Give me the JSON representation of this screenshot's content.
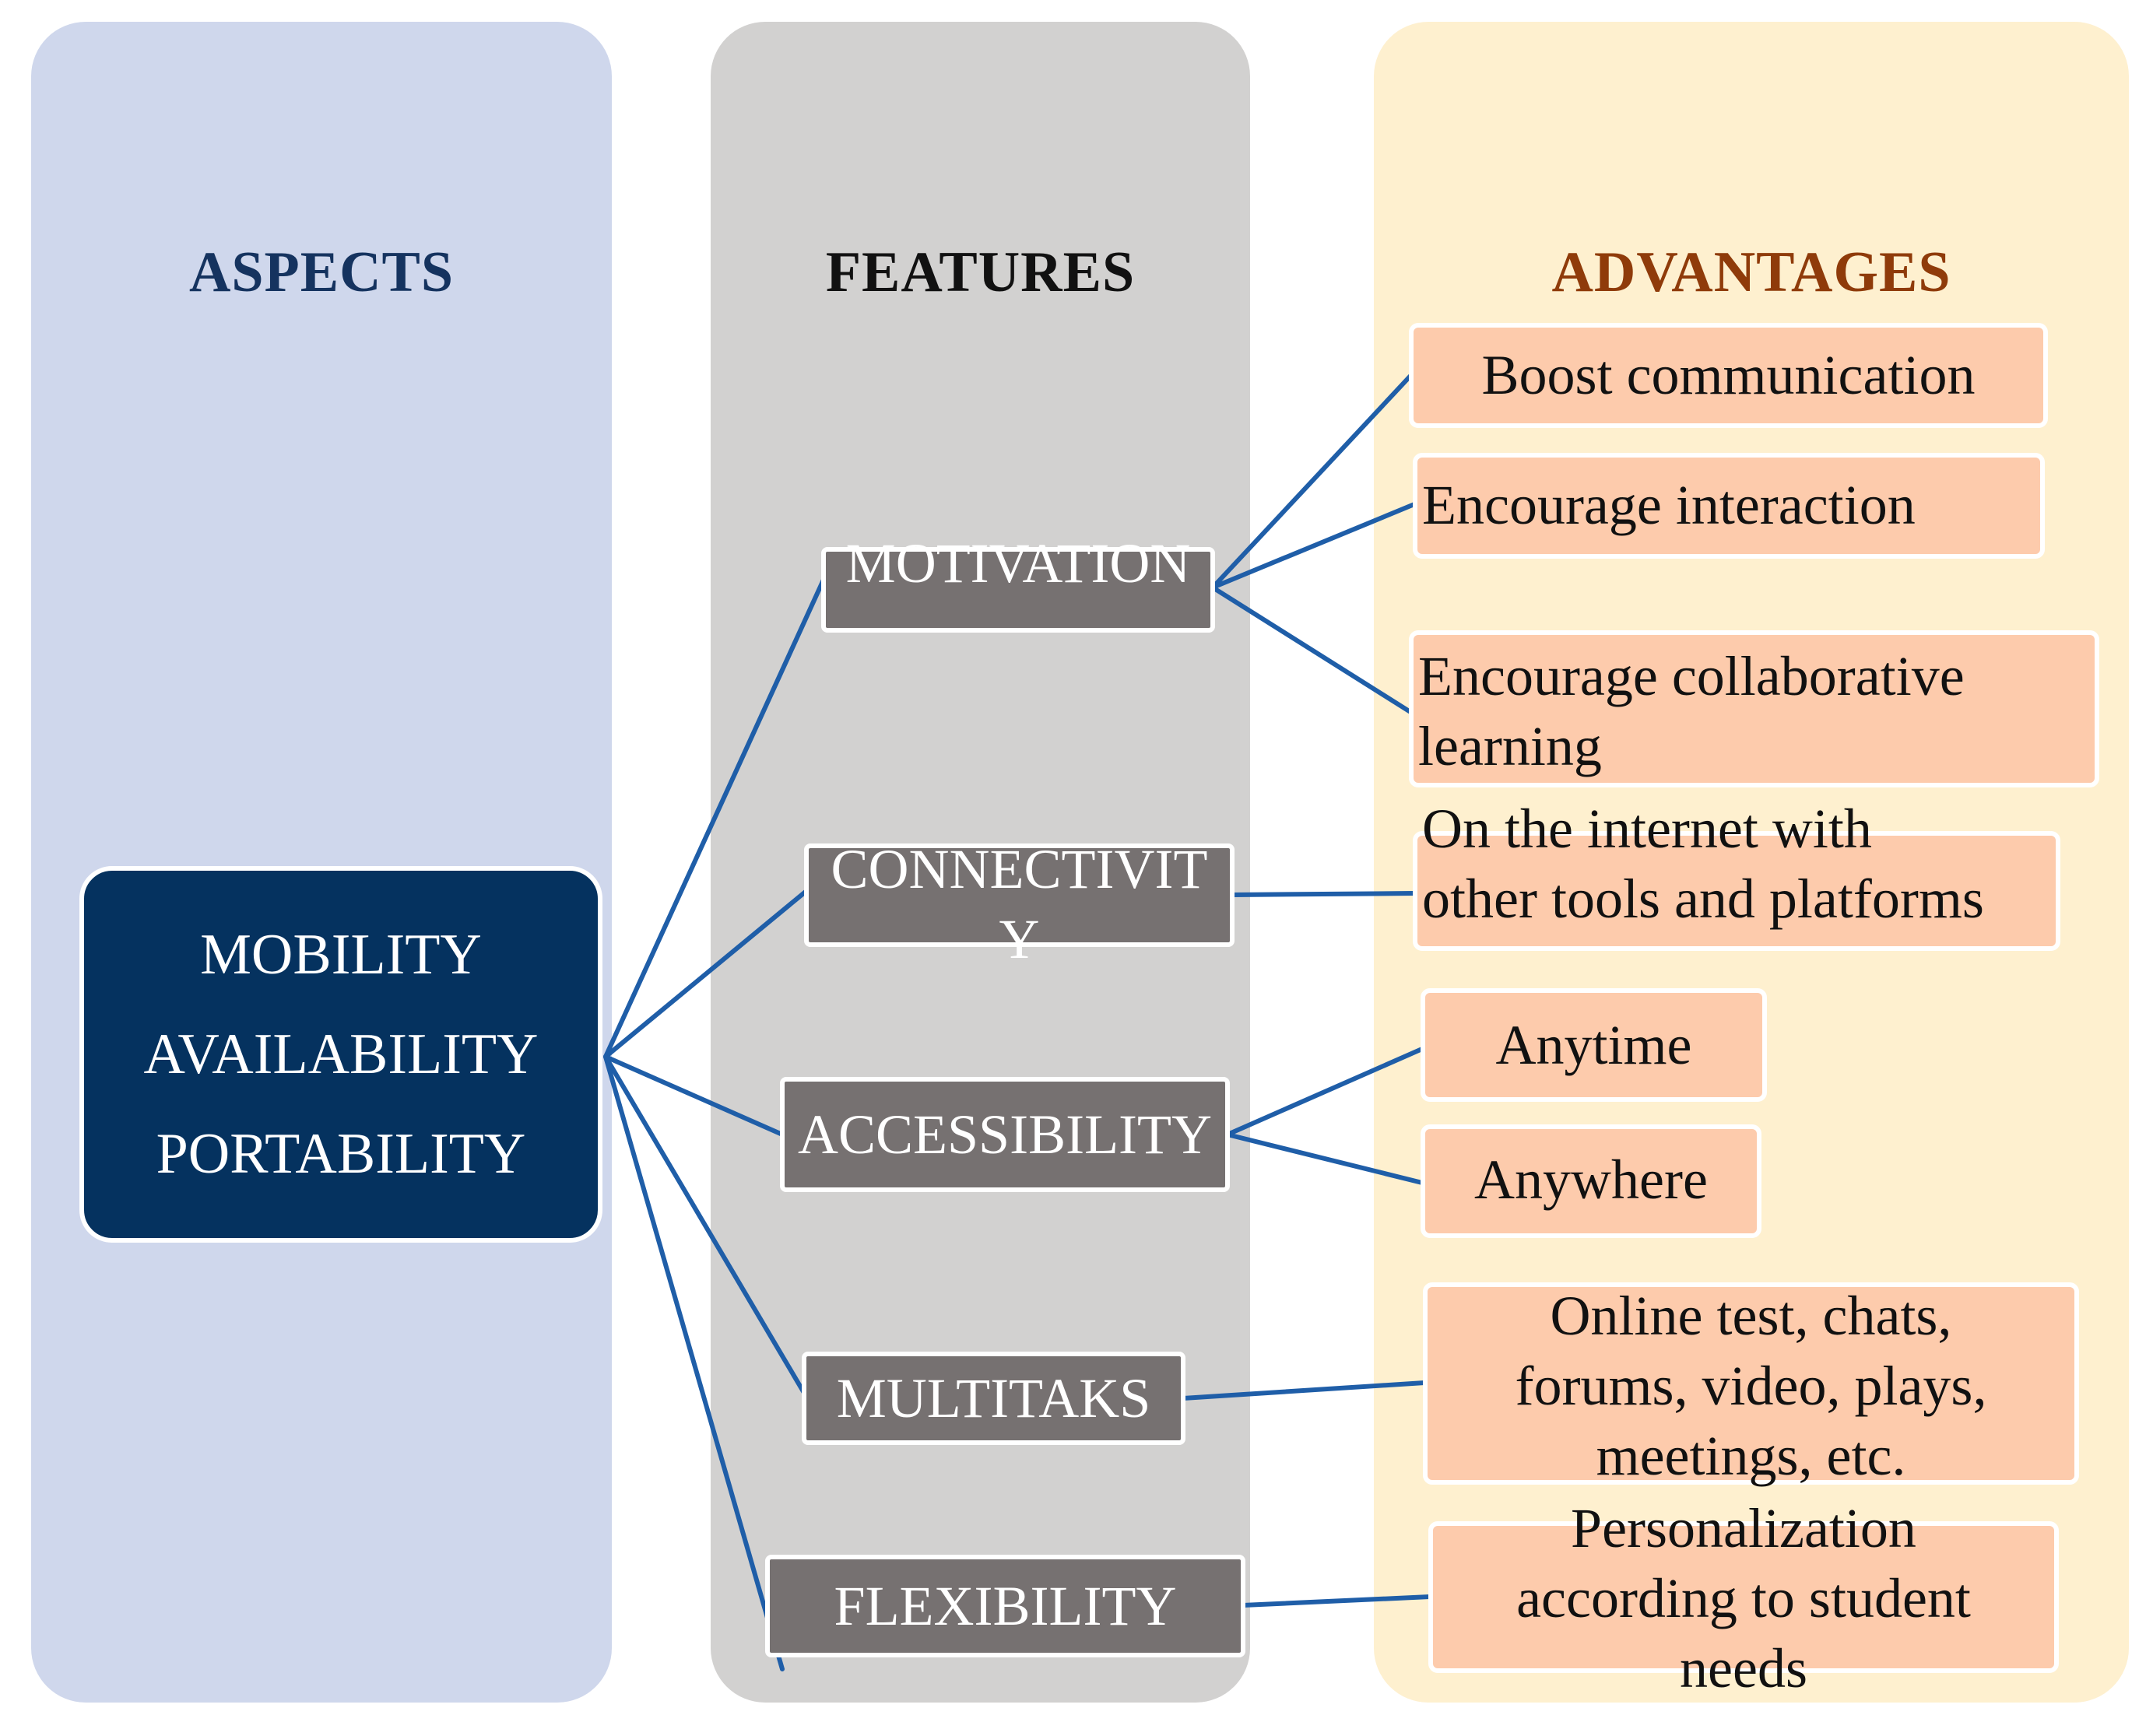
{
  "headers": {
    "aspects": "ASPECTS",
    "features": "FEATURES",
    "advantages": "ADVANTAGES"
  },
  "aspects": {
    "lines": [
      "MOBILITY",
      "AVAILABILITY",
      "PORTABILITY"
    ]
  },
  "features": [
    {
      "id": "motivation",
      "label": "MOTIVATION"
    },
    {
      "id": "connectivity",
      "label": "CONNECTIVITY"
    },
    {
      "id": "accessibility",
      "label": "ACCESSIBILITY"
    },
    {
      "id": "multitaks",
      "label": "MULTITAKS"
    },
    {
      "id": "flexibility",
      "label": "FLEXIBILITY"
    }
  ],
  "advantages": [
    {
      "id": "boost-communication",
      "feature": "motivation",
      "text": "Boost communication"
    },
    {
      "id": "encourage-interaction",
      "feature": "motivation",
      "text": "Encourage interaction"
    },
    {
      "id": "encourage-collaborative",
      "feature": "motivation",
      "text": "Encourage collaborative learning"
    },
    {
      "id": "internet-tools",
      "feature": "connectivity",
      "text": "On the internet with other tools and platforms"
    },
    {
      "id": "anytime",
      "feature": "accessibility",
      "text": "Anytime"
    },
    {
      "id": "anywhere",
      "feature": "accessibility",
      "text": "Anywhere"
    },
    {
      "id": "online-test",
      "feature": "multitaks",
      "text": "Online test, chats, forums, video, plays, meetings, etc."
    },
    {
      "id": "personalization",
      "feature": "flexibility",
      "text": "Personalization according to student needs"
    }
  ],
  "colors": {
    "aspects_column": "#cfd7ec",
    "features_column": "#d2d1d0",
    "advantages_column": "#fef0cf",
    "aspect_box": "#05325f",
    "feature_box": "#767171",
    "advantage_box": "#fdcbac",
    "connector": "#1f5ea8",
    "aspects_header": "#15335f",
    "advantages_header": "#8f3b0a"
  }
}
